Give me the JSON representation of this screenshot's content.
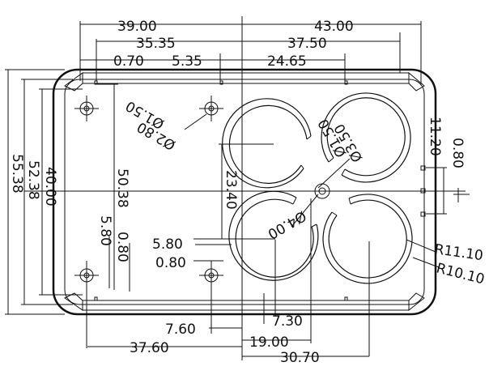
{
  "drawing": {
    "dimensions": {
      "top_39": "39.00",
      "top_43": "43.00",
      "top_3535": "35.35",
      "top_375": "37.50",
      "top_070": "0.70",
      "top_535": "5.35",
      "top_2465": "24.65",
      "left_4000": "40.00",
      "left_5238": "52.38",
      "left_5538": "55.38",
      "left_5038": "50.38",
      "left_580": "5.80",
      "left_080": "0.80",
      "mid_2340": "23.40",
      "mid_580": "5.80",
      "mid_080": "0.80",
      "mid_730": "7.30",
      "mid_760": "7.60",
      "bot_3760": "37.60",
      "bot_1900": "19.00",
      "bot_3070": "30.70",
      "right_1120": "11.20",
      "right_080": "0.80",
      "r_1110": "R11.10",
      "r_1010": "R10.10",
      "dia_150": "Ø1.50",
      "dia_280": "Ø2.80",
      "dia_150b": "Ø1.50",
      "dia_350": "Ø3.50",
      "dia_400": "Ø4.00"
    }
  }
}
